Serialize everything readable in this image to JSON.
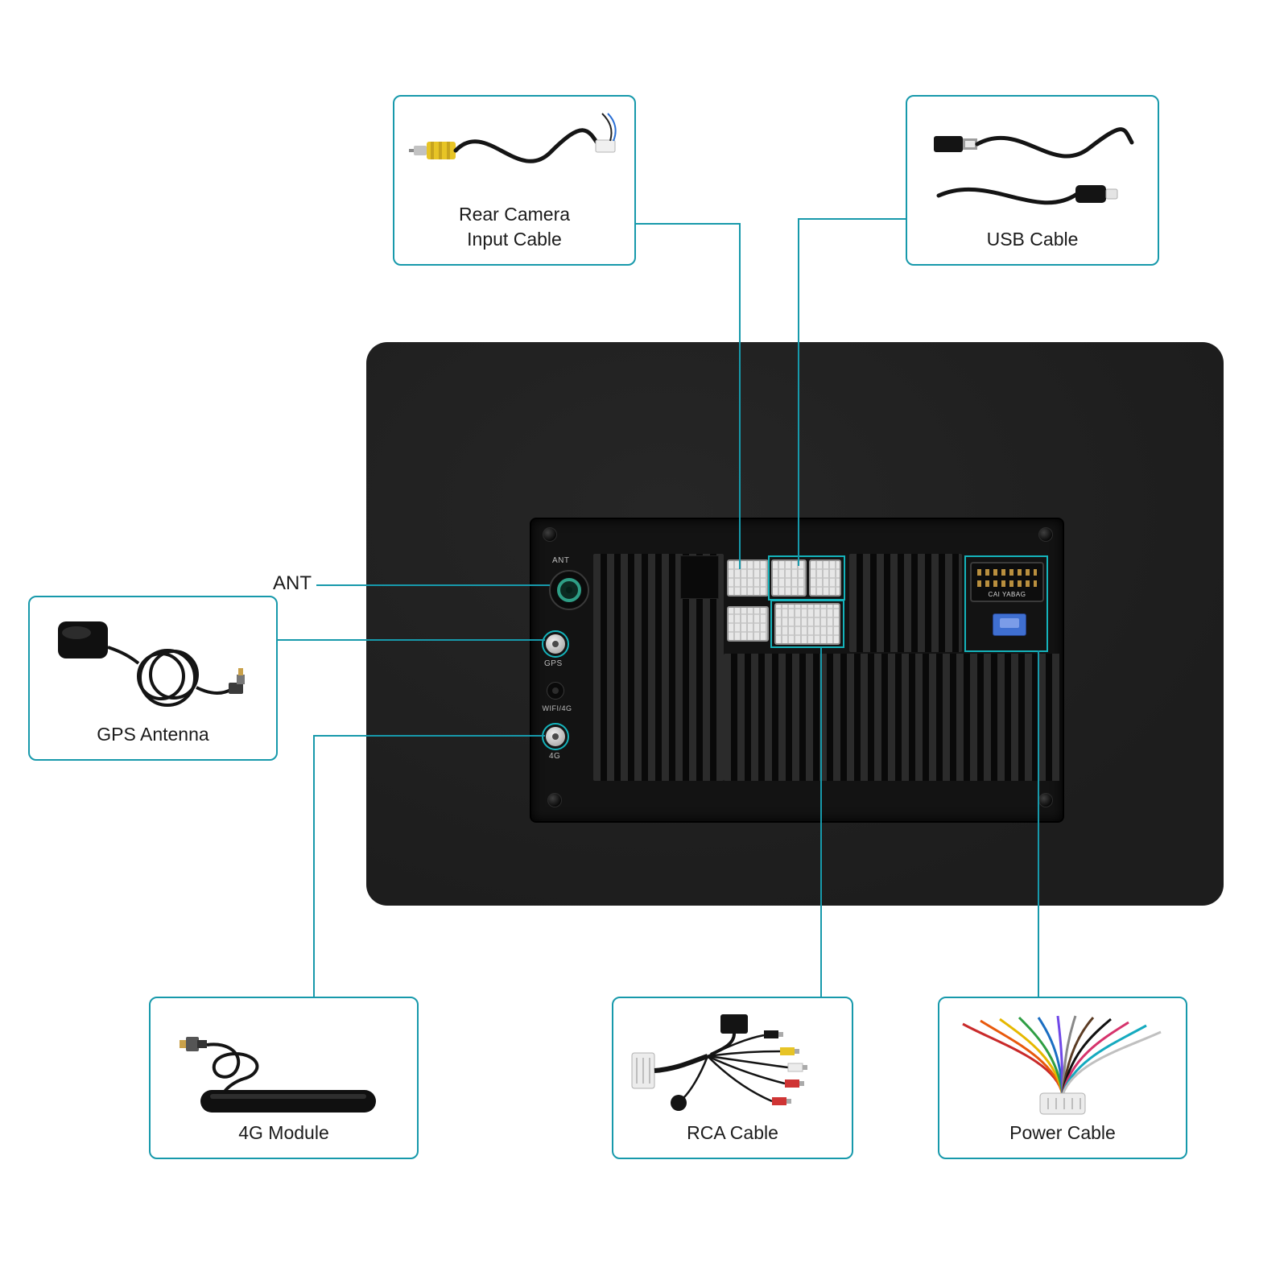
{
  "ant_label": "ANT",
  "panel": {
    "labels": {
      "ant": "ANT",
      "gps": "GPS",
      "wifi": "WIFI/4G",
      "four_g": "4G",
      "socket_text": "CAI YABAG"
    }
  },
  "callouts": {
    "rear_camera": {
      "line1": "Rear Camera",
      "line2": "Input Cable"
    },
    "usb": {
      "label": "USB Cable"
    },
    "gps": {
      "label": "GPS Antenna"
    },
    "four_g": {
      "label": "4G Module"
    },
    "rca": {
      "label": "RCA Cable"
    },
    "power": {
      "label": "Power Cable"
    }
  },
  "colors": {
    "accent_teal": "#1799ab",
    "unit_black": "#202020",
    "panel_black": "#131313",
    "rca_yellow": "#e7c426",
    "fuse_blue": "#3f6fd1"
  }
}
